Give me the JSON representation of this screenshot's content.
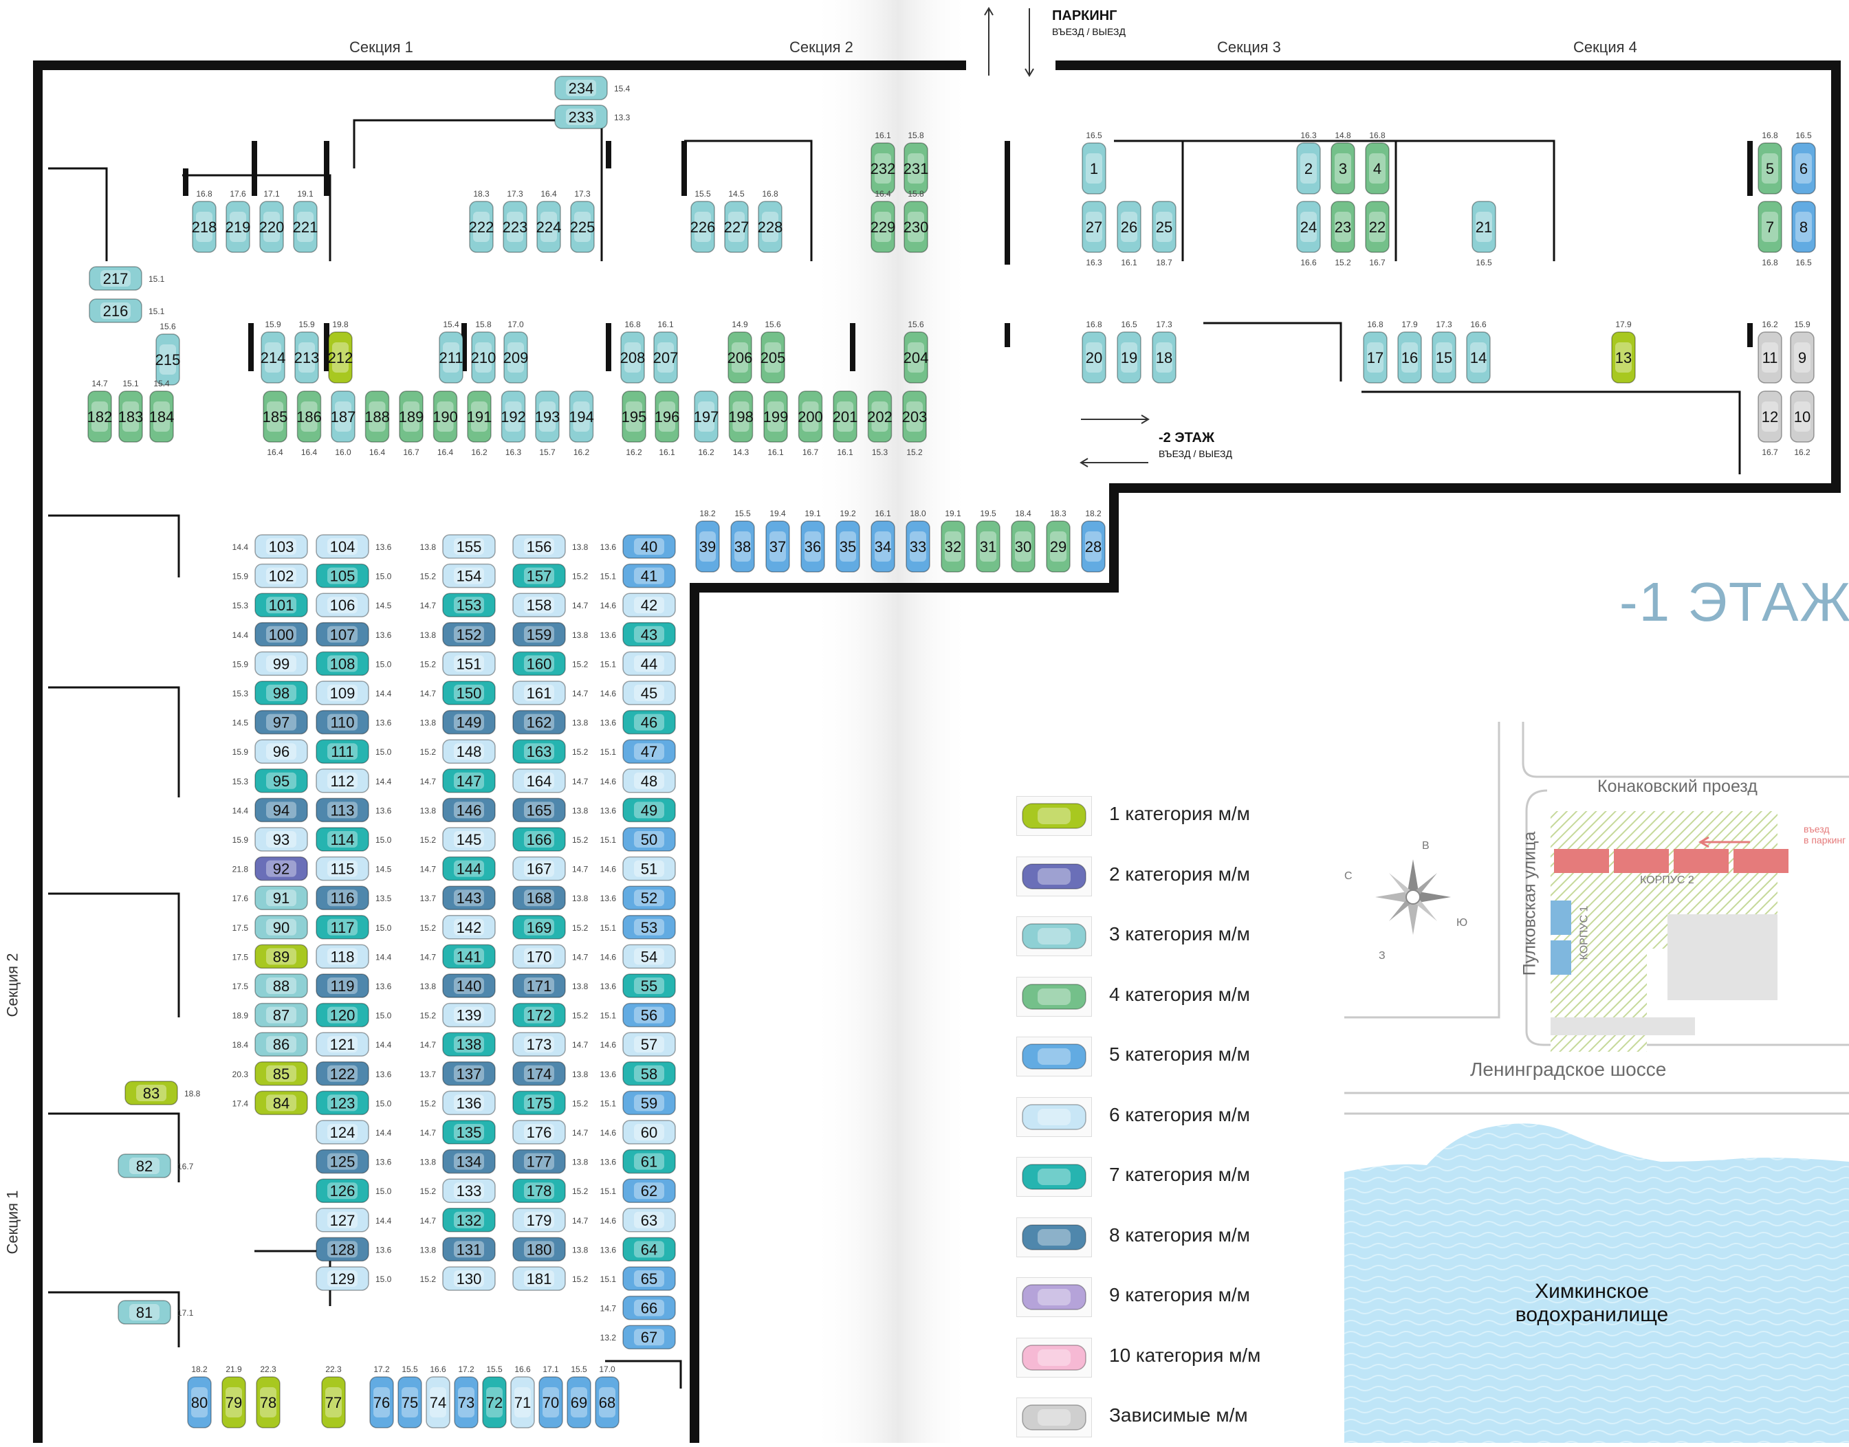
{
  "floor_title": "-1 ЭТАЖ",
  "parking_entrance": {
    "title": "ПАРКИНГ",
    "subtitle": "ВЪЕЗД / ВЫЕЗД"
  },
  "level2_entrance": {
    "title": "-2 ЭТАЖ",
    "subtitle": "ВЪЕЗД / ВЫЕЗД"
  },
  "sections_top": [
    "Секция 1",
    "Секция 2",
    "Секция 3",
    "Секция 4"
  ],
  "sections_left": [
    "Секция 2",
    "Секция 1"
  ],
  "legend": [
    {
      "label": "1 категория м/м",
      "color": "#a8c820"
    },
    {
      "label": "2 категория м/м",
      "color": "#6a6fb8"
    },
    {
      "label": "3 категория м/м",
      "color": "#8ed0d4"
    },
    {
      "label": "4 категория м/м",
      "color": "#74c08a"
    },
    {
      "label": "5 категория м/м",
      "color": "#62abe2"
    },
    {
      "label": "6 категория м/м",
      "color": "#c8e6f6"
    },
    {
      "label": "7 категория м/м",
      "color": "#26b4b0"
    },
    {
      "label": "8 категория м/м",
      "color": "#4f87ac"
    },
    {
      "label": "9 категория м/м",
      "color": "#b5a3d9"
    },
    {
      "label": "10 категория м/м",
      "color": "#f6b9d4"
    },
    {
      "label": "Зависимые м/м",
      "color": "#cfcfcf"
    }
  ],
  "map_inset": {
    "streets": [
      "Конаковский проезд",
      "Пулковская улица",
      "Ленинградское шоссе"
    ],
    "buildings": [
      "КОРПУС 2",
      "КОРПУС 1"
    ],
    "entrance_note": [
      "въезд",
      "в паркинг"
    ],
    "water": [
      "Химкинское",
      "водохранилище"
    ],
    "compass": [
      "С",
      "В",
      "Ю",
      "З"
    ]
  },
  "spots": [
    {
      "n": "234",
      "a": "15.4",
      "c": 3
    },
    {
      "n": "233",
      "a": "13.3",
      "c": 3
    },
    {
      "n": "218",
      "a": "16.8",
      "c": 3
    },
    {
      "n": "219",
      "a": "17.6",
      "c": 3
    },
    {
      "n": "220",
      "a": "17.1",
      "c": 3
    },
    {
      "n": "221",
      "a": "19.1",
      "c": 3
    },
    {
      "n": "222",
      "a": "18.3",
      "c": 3
    },
    {
      "n": "223",
      "a": "17.3",
      "c": 3
    },
    {
      "n": "224",
      "a": "16.4",
      "c": 3
    },
    {
      "n": "225",
      "a": "17.3",
      "c": 3
    },
    {
      "n": "226",
      "a": "15.5",
      "c": 3
    },
    {
      "n": "227",
      "a": "14.5",
      "c": 3
    },
    {
      "n": "228",
      "a": "16.8",
      "c": 3
    },
    {
      "n": "232",
      "a": "16.1",
      "c": 4
    },
    {
      "n": "231",
      "a": "15.8",
      "c": 4
    },
    {
      "n": "229",
      "a": "16.4",
      "c": 4
    },
    {
      "n": "230",
      "a": "15.8",
      "c": 4
    },
    {
      "n": "217",
      "a": "15.1",
      "c": 3
    },
    {
      "n": "216",
      "a": "15.1",
      "c": 3
    },
    {
      "n": "215",
      "a": "15.6",
      "c": 3
    },
    {
      "n": "182",
      "a": "14.7",
      "c": 4
    },
    {
      "n": "183",
      "a": "15.1",
      "c": 4
    },
    {
      "n": "184",
      "a": "15.4",
      "c": 4
    },
    {
      "n": "214",
      "a": "15.9",
      "c": 3
    },
    {
      "n": "213",
      "a": "15.9",
      "c": 3
    },
    {
      "n": "212",
      "a": "19.8",
      "c": 1
    },
    {
      "n": "211",
      "a": "15.4",
      "c": 3
    },
    {
      "n": "210",
      "a": "15.8",
      "c": 3
    },
    {
      "n": "209",
      "a": "17.0",
      "c": 3
    },
    {
      "n": "208",
      "a": "16.8",
      "c": 3
    },
    {
      "n": "207",
      "a": "16.1",
      "c": 3
    },
    {
      "n": "206",
      "a": "14.9",
      "c": 4
    },
    {
      "n": "205",
      "a": "15.6",
      "c": 4
    },
    {
      "n": "204",
      "a": "15.6",
      "c": 4
    },
    {
      "n": "185",
      "a": "16.4",
      "c": 4
    },
    {
      "n": "186",
      "a": "16.4",
      "c": 4
    },
    {
      "n": "187",
      "a": "16.0",
      "c": 3
    },
    {
      "n": "188",
      "a": "16.4",
      "c": 4
    },
    {
      "n": "189",
      "a": "16.7",
      "c": 4
    },
    {
      "n": "190",
      "a": "16.4",
      "c": 4
    },
    {
      "n": "191",
      "a": "16.2",
      "c": 4
    },
    {
      "n": "192",
      "a": "16.3",
      "c": 3
    },
    {
      "n": "193",
      "a": "15.7",
      "c": 3
    },
    {
      "n": "194",
      "a": "16.2",
      "c": 3
    },
    {
      "n": "195",
      "a": "16.2",
      "c": 4
    },
    {
      "n": "196",
      "a": "16.1",
      "c": 4
    },
    {
      "n": "197",
      "a": "16.2",
      "c": 3
    },
    {
      "n": "198",
      "a": "14.3",
      "c": 4
    },
    {
      "n": "199",
      "a": "16.1",
      "c": 4
    },
    {
      "n": "200",
      "a": "16.7",
      "c": 4
    },
    {
      "n": "201",
      "a": "16.1",
      "c": 4
    },
    {
      "n": "202",
      "a": "15.3",
      "c": 4
    },
    {
      "n": "203",
      "a": "15.2",
      "c": 4
    },
    {
      "n": "1",
      "a": "16.5",
      "c": 3
    },
    {
      "n": "27",
      "a": "16.3",
      "c": 3
    },
    {
      "n": "26",
      "a": "16.1",
      "c": 3
    },
    {
      "n": "25",
      "a": "18.7",
      "c": 3
    },
    {
      "n": "2",
      "a": "16.3",
      "c": 3
    },
    {
      "n": "3",
      "a": "14.8",
      "c": 4
    },
    {
      "n": "4",
      "a": "16.8",
      "c": 4
    },
    {
      "n": "24",
      "a": "16.6",
      "c": 3
    },
    {
      "n": "23",
      "a": "15.2",
      "c": 4
    },
    {
      "n": "22",
      "a": "16.7",
      "c": 4
    },
    {
      "n": "21",
      "a": "16.5",
      "c": 3
    },
    {
      "n": "5",
      "a": "16.8",
      "c": 4
    },
    {
      "n": "6",
      "a": "16.5",
      "c": 5
    },
    {
      "n": "7",
      "a": "16.8",
      "c": 4
    },
    {
      "n": "8",
      "a": "16.5",
      "c": 5
    },
    {
      "n": "20",
      "a": "16.8",
      "c": 3
    },
    {
      "n": "19",
      "a": "16.5",
      "c": 3
    },
    {
      "n": "18",
      "a": "17.3",
      "c": 3
    },
    {
      "n": "17",
      "a": "16.8",
      "c": 3
    },
    {
      "n": "16",
      "a": "17.9",
      "c": 3
    },
    {
      "n": "15",
      "a": "17.3",
      "c": 3
    },
    {
      "n": "14",
      "a": "16.6",
      "c": 3
    },
    {
      "n": "13",
      "a": "17.9",
      "c": 1
    },
    {
      "n": "11",
      "a": "16.2",
      "c": 11
    },
    {
      "n": "9",
      "a": "15.9",
      "c": 11
    },
    {
      "n": "12",
      "a": "16.7",
      "c": 11
    },
    {
      "n": "10",
      "a": "16.2",
      "c": 11
    },
    {
      "n": "39",
      "a": "18.2",
      "c": 5
    },
    {
      "n": "38",
      "a": "15.5",
      "c": 5
    },
    {
      "n": "37",
      "a": "19.4",
      "c": 5
    },
    {
      "n": "36",
      "a": "19.1",
      "c": 5
    },
    {
      "n": "35",
      "a": "19.2",
      "c": 5
    },
    {
      "n": "34",
      "a": "16.1",
      "c": 5
    },
    {
      "n": "33",
      "a": "18.0",
      "c": 5
    },
    {
      "n": "32",
      "a": "19.1",
      "c": 4
    },
    {
      "n": "31",
      "a": "19.5",
      "c": 4
    },
    {
      "n": "30",
      "a": "18.4",
      "c": 4
    },
    {
      "n": "29",
      "a": "18.3",
      "c": 4
    },
    {
      "n": "28",
      "a": "18.2",
      "c": 5
    },
    {
      "n": "103",
      "a": "14.4",
      "c": 6
    },
    {
      "n": "102",
      "a": "15.9",
      "c": 6
    },
    {
      "n": "101",
      "a": "15.3",
      "c": 7
    },
    {
      "n": "100",
      "a": "14.4",
      "c": 8
    },
    {
      "n": "99",
      "a": "15.9",
      "c": 6
    },
    {
      "n": "98",
      "a": "15.3",
      "c": 7
    },
    {
      "n": "97",
      "a": "14.5",
      "c": 8
    },
    {
      "n": "96",
      "a": "15.9",
      "c": 6
    },
    {
      "n": "95",
      "a": "15.3",
      "c": 7
    },
    {
      "n": "94",
      "a": "14.4",
      "c": 8
    },
    {
      "n": "93",
      "a": "15.9",
      "c": 6
    },
    {
      "n": "92",
      "a": "21.8",
      "c": 2
    },
    {
      "n": "91",
      "a": "17.6",
      "c": 3
    },
    {
      "n": "90",
      "a": "17.5",
      "c": 3
    },
    {
      "n": "89",
      "a": "17.5",
      "c": 1
    },
    {
      "n": "88",
      "a": "17.5",
      "c": 3
    },
    {
      "n": "87",
      "a": "18.9",
      "c": 3
    },
    {
      "n": "86",
      "a": "18.4",
      "c": 3
    },
    {
      "n": "85",
      "a": "20.3",
      "c": 1
    },
    {
      "n": "84",
      "a": "17.4",
      "c": 1
    },
    {
      "n": "83",
      "a": "18.8",
      "c": 1
    },
    {
      "n": "82",
      "a": "16.7",
      "c": 3
    },
    {
      "n": "81",
      "a": "17.1",
      "c": 3
    },
    {
      "n": "104",
      "a": "13.6",
      "c": 6
    },
    {
      "n": "105",
      "a": "15.0",
      "c": 7
    },
    {
      "n": "106",
      "a": "14.5",
      "c": 6
    },
    {
      "n": "107",
      "a": "13.6",
      "c": 8
    },
    {
      "n": "108",
      "a": "15.0",
      "c": 7
    },
    {
      "n": "109",
      "a": "14.4",
      "c": 6
    },
    {
      "n": "110",
      "a": "13.6",
      "c": 8
    },
    {
      "n": "111",
      "a": "15.0",
      "c": 7
    },
    {
      "n": "112",
      "a": "14.4",
      "c": 6
    },
    {
      "n": "113",
      "a": "13.6",
      "c": 8
    },
    {
      "n": "114",
      "a": "15.0",
      "c": 7
    },
    {
      "n": "115",
      "a": "14.5",
      "c": 6
    },
    {
      "n": "116",
      "a": "13.5",
      "c": 8
    },
    {
      "n": "117",
      "a": "15.0",
      "c": 7
    },
    {
      "n": "118",
      "a": "14.4",
      "c": 6
    },
    {
      "n": "119",
      "a": "13.6",
      "c": 8
    },
    {
      "n": "120",
      "a": "15.0",
      "c": 7
    },
    {
      "n": "121",
      "a": "14.4",
      "c": 6
    },
    {
      "n": "122",
      "a": "13.6",
      "c": 8
    },
    {
      "n": "123",
      "a": "15.0",
      "c": 7
    },
    {
      "n": "124",
      "a": "14.4",
      "c": 6
    },
    {
      "n": "125",
      "a": "13.6",
      "c": 8
    },
    {
      "n": "126",
      "a": "15.0",
      "c": 7
    },
    {
      "n": "127",
      "a": "14.4",
      "c": 6
    },
    {
      "n": "128",
      "a": "13.6",
      "c": 8
    },
    {
      "n": "129",
      "a": "15.0",
      "c": 6
    },
    {
      "n": "155",
      "a": "13.8",
      "c": 6
    },
    {
      "n": "154",
      "a": "15.2",
      "c": 6
    },
    {
      "n": "153",
      "a": "14.7",
      "c": 7
    },
    {
      "n": "152",
      "a": "13.8",
      "c": 8
    },
    {
      "n": "151",
      "a": "15.2",
      "c": 6
    },
    {
      "n": "150",
      "a": "14.7",
      "c": 7
    },
    {
      "n": "149",
      "a": "13.8",
      "c": 8
    },
    {
      "n": "148",
      "a": "15.2",
      "c": 6
    },
    {
      "n": "147",
      "a": "14.7",
      "c": 7
    },
    {
      "n": "146",
      "a": "13.8",
      "c": 8
    },
    {
      "n": "145",
      "a": "15.2",
      "c": 6
    },
    {
      "n": "144",
      "a": "14.7",
      "c": 7
    },
    {
      "n": "143",
      "a": "13.7",
      "c": 8
    },
    {
      "n": "142",
      "a": "15.2",
      "c": 6
    },
    {
      "n": "141",
      "a": "14.7",
      "c": 7
    },
    {
      "n": "140",
      "a": "13.8",
      "c": 8
    },
    {
      "n": "139",
      "a": "15.2",
      "c": 6
    },
    {
      "n": "138",
      "a": "14.7",
      "c": 7
    },
    {
      "n": "137",
      "a": "13.7",
      "c": 8
    },
    {
      "n": "136",
      "a": "15.2",
      "c": 6
    },
    {
      "n": "135",
      "a": "14.7",
      "c": 7
    },
    {
      "n": "134",
      "a": "13.8",
      "c": 8
    },
    {
      "n": "133",
      "a": "15.2",
      "c": 6
    },
    {
      "n": "132",
      "a": "14.7",
      "c": 7
    },
    {
      "n": "131",
      "a": "13.8",
      "c": 8
    },
    {
      "n": "130",
      "a": "15.2",
      "c": 6
    },
    {
      "n": "156",
      "a": "13.8",
      "c": 6
    },
    {
      "n": "157",
      "a": "15.2",
      "c": 7
    },
    {
      "n": "158",
      "a": "14.7",
      "c": 6
    },
    {
      "n": "159",
      "a": "13.8",
      "c": 8
    },
    {
      "n": "160",
      "a": "15.2",
      "c": 7
    },
    {
      "n": "161",
      "a": "14.7",
      "c": 6
    },
    {
      "n": "162",
      "a": "13.8",
      "c": 8
    },
    {
      "n": "163",
      "a": "15.2",
      "c": 7
    },
    {
      "n": "164",
      "a": "14.7",
      "c": 6
    },
    {
      "n": "165",
      "a": "13.8",
      "c": 8
    },
    {
      "n": "166",
      "a": "15.2",
      "c": 7
    },
    {
      "n": "167",
      "a": "14.7",
      "c": 6
    },
    {
      "n": "168",
      "a": "13.8",
      "c": 8
    },
    {
      "n": "169",
      "a": "15.2",
      "c": 7
    },
    {
      "n": "170",
      "a": "14.7",
      "c": 6
    },
    {
      "n": "171",
      "a": "13.8",
      "c": 8
    },
    {
      "n": "172",
      "a": "15.2",
      "c": 7
    },
    {
      "n": "173",
      "a": "14.7",
      "c": 6
    },
    {
      "n": "174",
      "a": "13.8",
      "c": 8
    },
    {
      "n": "175",
      "a": "15.2",
      "c": 7
    },
    {
      "n": "176",
      "a": "14.7",
      "c": 6
    },
    {
      "n": "177",
      "a": "13.8",
      "c": 8
    },
    {
      "n": "178",
      "a": "15.2",
      "c": 7
    },
    {
      "n": "179",
      "a": "14.7",
      "c": 6
    },
    {
      "n": "180",
      "a": "13.8",
      "c": 8
    },
    {
      "n": "181",
      "a": "15.2",
      "c": 6
    },
    {
      "n": "40",
      "a": "13.6",
      "c": 5
    },
    {
      "n": "41",
      "a": "15.1",
      "c": 5
    },
    {
      "n": "42",
      "a": "14.6",
      "c": 6
    },
    {
      "n": "43",
      "a": "13.6",
      "c": 7
    },
    {
      "n": "44",
      "a": "15.1",
      "c": 6
    },
    {
      "n": "45",
      "a": "14.6",
      "c": 6
    },
    {
      "n": "46",
      "a": "13.6",
      "c": 7
    },
    {
      "n": "47",
      "a": "15.1",
      "c": 5
    },
    {
      "n": "48",
      "a": "14.6",
      "c": 6
    },
    {
      "n": "49",
      "a": "13.6",
      "c": 7
    },
    {
      "n": "50",
      "a": "15.1",
      "c": 5
    },
    {
      "n": "51",
      "a": "14.6",
      "c": 6
    },
    {
      "n": "52",
      "a": "13.6",
      "c": 5
    },
    {
      "n": "53",
      "a": "15.1",
      "c": 5
    },
    {
      "n": "54",
      "a": "14.6",
      "c": 6
    },
    {
      "n": "55",
      "a": "13.6",
      "c": 7
    },
    {
      "n": "56",
      "a": "15.1",
      "c": 5
    },
    {
      "n": "57",
      "a": "14.6",
      "c": 6
    },
    {
      "n": "58",
      "a": "13.6",
      "c": 7
    },
    {
      "n": "59",
      "a": "15.1",
      "c": 5
    },
    {
      "n": "60",
      "a": "14.6",
      "c": 6
    },
    {
      "n": "61",
      "a": "13.6",
      "c": 7
    },
    {
      "n": "62",
      "a": "15.1",
      "c": 5
    },
    {
      "n": "63",
      "a": "14.6",
      "c": 6
    },
    {
      "n": "64",
      "a": "13.6",
      "c": 7
    },
    {
      "n": "65",
      "a": "15.1",
      "c": 5
    },
    {
      "n": "66",
      "a": "14.7",
      "c": 5
    },
    {
      "n": "67",
      "a": "13.2",
      "c": 5
    },
    {
      "n": "80",
      "a": "18.2",
      "c": 5
    },
    {
      "n": "79",
      "a": "21.9",
      "c": 1
    },
    {
      "n": "78",
      "a": "22.3",
      "c": 1
    },
    {
      "n": "77",
      "a": "22.3",
      "c": 1
    },
    {
      "n": "76",
      "a": "17.2",
      "c": 5
    },
    {
      "n": "75",
      "a": "15.5",
      "c": 5
    },
    {
      "n": "74",
      "a": "16.6",
      "c": 6
    },
    {
      "n": "73",
      "a": "17.2",
      "c": 5
    },
    {
      "n": "72",
      "a": "15.5",
      "c": 7
    },
    {
      "n": "71",
      "a": "16.6",
      "c": 6
    },
    {
      "n": "70",
      "a": "17.1",
      "c": 5
    },
    {
      "n": "69",
      "a": "15.5",
      "c": 5
    },
    {
      "n": "68",
      "a": "17.0",
      "c": 5
    }
  ]
}
